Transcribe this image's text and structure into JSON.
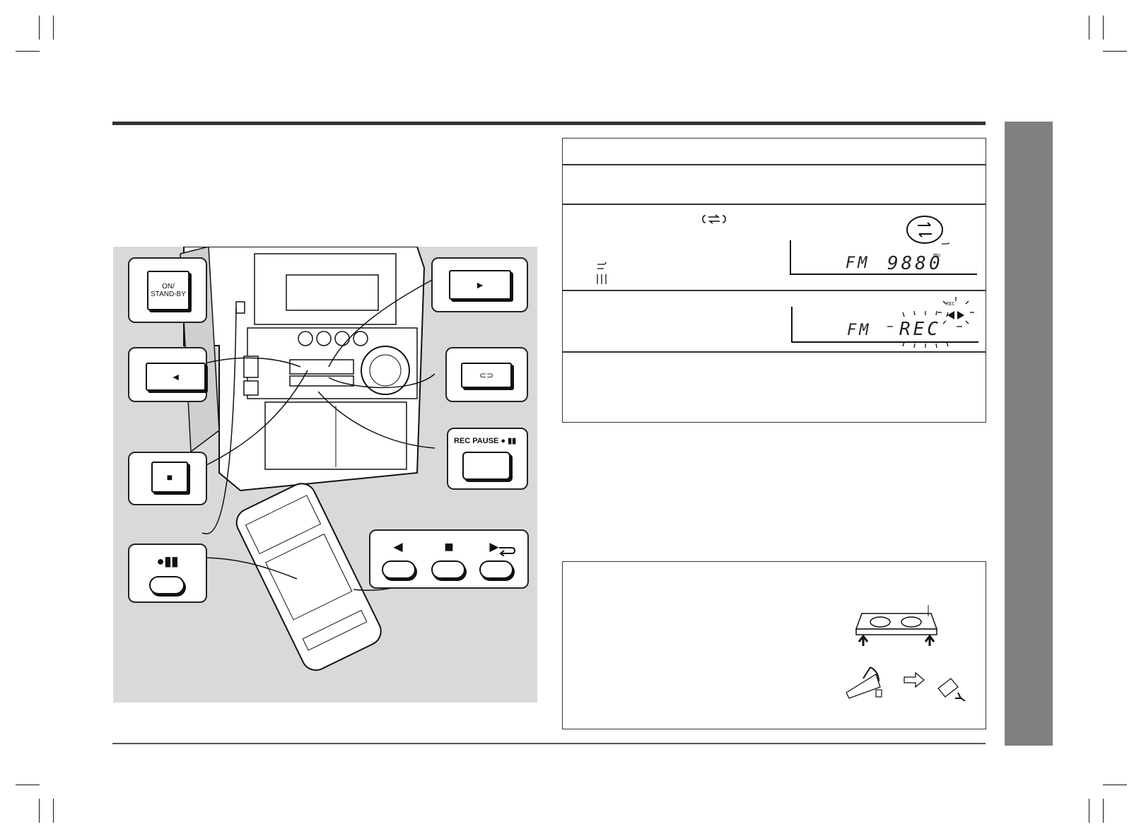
{
  "buttons": {
    "on_standby": "ON/\nSTAND-BY",
    "rec_pause": "REC PAUSE ● ▮▮",
    "play_glyph": "►",
    "rewind_glyph": "◄",
    "stop_glyph": "■",
    "reverse_glyph": "⊂⊃"
  },
  "remote_keys": {
    "rec_pause_glyph": "●▮▮",
    "rewind_glyph": "◄",
    "stop_glyph": "■",
    "play_glyph": "►"
  },
  "display1": {
    "band": "FM",
    "freq": "9880",
    "unit": "MHz"
  },
  "display2": {
    "band": "FM",
    "rec": "REC",
    "rec_small": "REC"
  }
}
